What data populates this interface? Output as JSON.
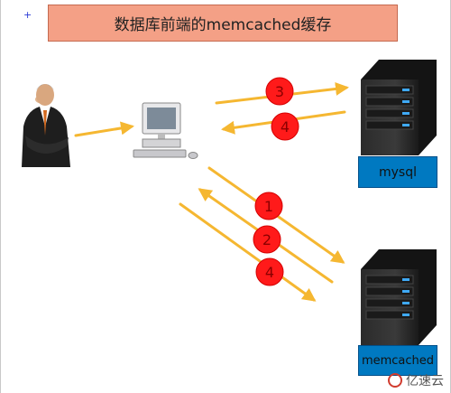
{
  "title": "数据库前端的memcached缓存",
  "nodes": {
    "user": "user-figure",
    "client": "desktop-computer",
    "mysql": {
      "label": "mysql"
    },
    "memcached": {
      "label": "memcached"
    }
  },
  "steps": [
    {
      "label": "3",
      "from": "client",
      "to": "mysql"
    },
    {
      "label": "4",
      "from": "mysql",
      "to": "client"
    },
    {
      "label": "1",
      "from": "client",
      "to": "memcached"
    },
    {
      "label": "2",
      "from": "memcached",
      "to": "client"
    },
    {
      "label": "4",
      "from": "client",
      "to": "memcached"
    }
  ],
  "watermark": "亿速云",
  "colors": {
    "arrow": "#f5b731",
    "step_circle": "#ff1a1a",
    "title_bg": "#f4a086",
    "server_label_bg": "#0079c1"
  }
}
